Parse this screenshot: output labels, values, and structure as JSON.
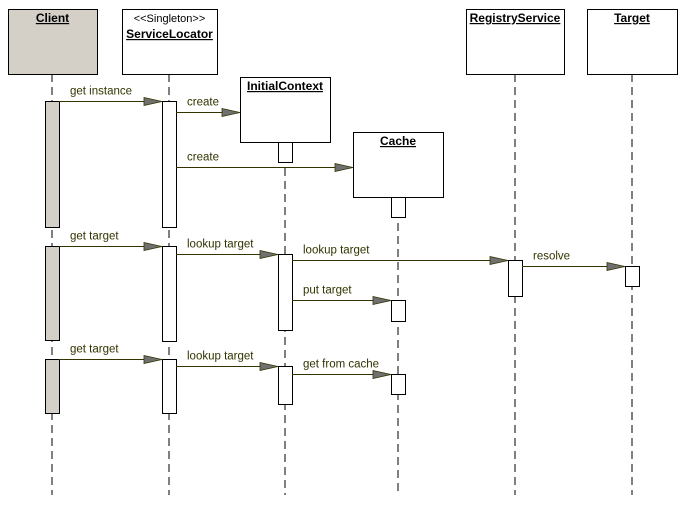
{
  "participants": [
    {
      "name": "Client",
      "stereotype": "",
      "fill": "#d4d0c8"
    },
    {
      "name": "ServiceLocator",
      "stereotype": "<<Singleton>>",
      "fill": "#ffffff"
    },
    {
      "name": "InitialContext",
      "stereotype": "",
      "fill": "#ffffff"
    },
    {
      "name": "Cache",
      "stereotype": "",
      "fill": "#ffffff"
    },
    {
      "name": "RegistryService",
      "stereotype": "",
      "fill": "#ffffff"
    },
    {
      "name": "Target",
      "stereotype": "",
      "fill": "#ffffff"
    }
  ],
  "messages": [
    {
      "from": 0,
      "to": 1,
      "label": "get instance"
    },
    {
      "from": 1,
      "to": 2,
      "label": "create"
    },
    {
      "from": 1,
      "to": 3,
      "label": "create"
    },
    {
      "from": 0,
      "to": 1,
      "label": "get target"
    },
    {
      "from": 1,
      "to": 2,
      "label": "lookup target"
    },
    {
      "from": 2,
      "to": 4,
      "label": "lookup target"
    },
    {
      "from": 4,
      "to": 5,
      "label": "resolve"
    },
    {
      "from": 2,
      "to": 3,
      "label": "put target"
    },
    {
      "from": 0,
      "to": 1,
      "label": "get target"
    },
    {
      "from": 1,
      "to": 2,
      "label": "lookup target"
    },
    {
      "from": 2,
      "to": 3,
      "label": "get from cache"
    }
  ],
  "colors": {
    "message_line": "#333300",
    "arrow_fill": "#707070",
    "client_fill": "#d4d0c8"
  }
}
